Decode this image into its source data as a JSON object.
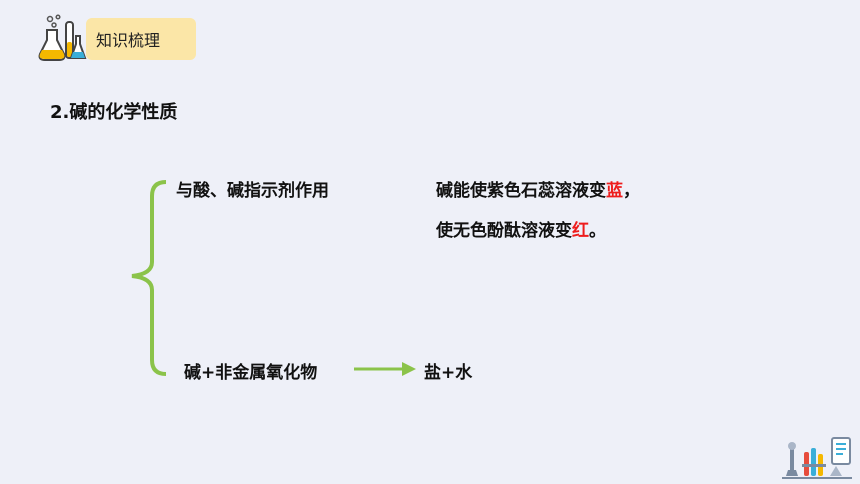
{
  "header": {
    "tag": "知识梳理",
    "icon": "chemistry-flask-icon"
  },
  "section": {
    "title": "2.碱的化学性质"
  },
  "items": [
    {
      "label": "与酸、碱指示剂作用",
      "desc_line1_prefix": "碱能使紫色石蕊溶液变",
      "desc_line1_highlight": "蓝",
      "desc_line1_suffix": "，",
      "desc_line2_prefix": "使无色酚酞溶液变",
      "desc_line2_highlight": "红",
      "desc_line2_suffix": "。"
    },
    {
      "label": "碱+非金属氧化物",
      "result": "盐+水"
    }
  ],
  "colors": {
    "background": "#eef0f8",
    "tag": "#fbe6a7",
    "brace": "#8bc34a",
    "highlight": "#ee1c1c"
  },
  "footer": {
    "icon": "lab-equipment-icon"
  }
}
